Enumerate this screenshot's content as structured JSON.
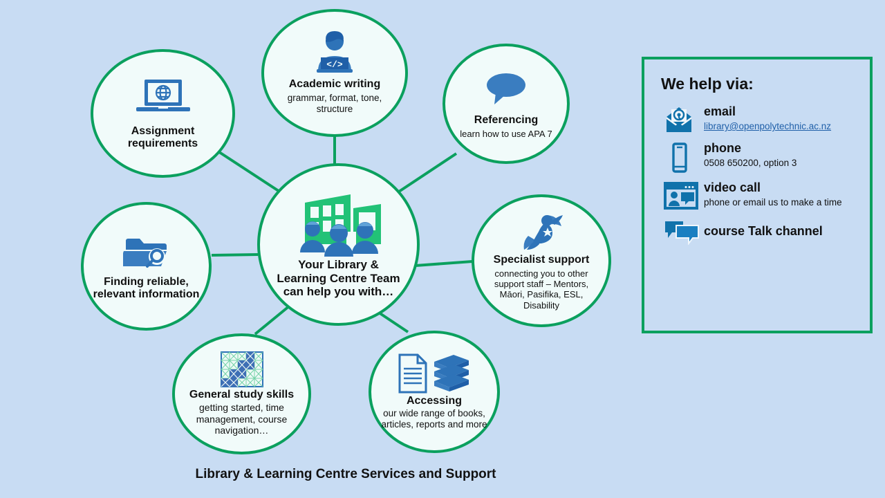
{
  "caption": "Library & Learning Centre Services and Support",
  "colors": {
    "background": "#c8dcf3",
    "circle_fill": "#f1fbfa",
    "circle_stroke": "#0ba05e",
    "icon_blue": "#3a7dc0",
    "panel_icon_blue": "#1072ab",
    "building_green": "#22c277",
    "text": "#111111",
    "link": "#1f5fa8"
  },
  "hub": {
    "icon": "library-team-icon",
    "title": "Your Library & Learning Centre Team can help you with…"
  },
  "nodes": [
    {
      "id": "assignment",
      "icon": "laptop-globe-icon",
      "title": "Assignment requirements",
      "sub": ""
    },
    {
      "id": "academic",
      "icon": "person-laptop-code-icon",
      "title": "Academic writing",
      "sub": "grammar, format, tone, structure"
    },
    {
      "id": "referencing",
      "icon": "speech-bubble-icon",
      "title": "Referencing",
      "sub": "learn how to use APA 7"
    },
    {
      "id": "finding",
      "icon": "folder-search-icon",
      "title": "Finding reliable, relevant information",
      "sub": ""
    },
    {
      "id": "specialist",
      "icon": "superhero-icon",
      "title": "Specialist support",
      "sub": "connecting you to other support staff – Mentors, Māori, Pasifika, ESL, Disability"
    },
    {
      "id": "studyskills",
      "icon": "grid-plan-icon",
      "title": "General study skills",
      "sub": "getting started, time management, course navigation…"
    },
    {
      "id": "accessing",
      "icon": "document-books-icon",
      "title": "Accessing",
      "sub": "our wide range of books, articles, reports and more"
    }
  ],
  "help_panel": {
    "title": "We help via:",
    "items": [
      {
        "icon": "email-envelope-icon",
        "label": "email",
        "value": "library@openpolytechnic.ac.nz",
        "is_link": true
      },
      {
        "icon": "mobile-phone-icon",
        "label": "phone",
        "value": "0508 650200, option 3",
        "is_link": false
      },
      {
        "icon": "video-call-icon",
        "label": "video call",
        "value": "phone or email us to make a time",
        "is_link": false
      },
      {
        "icon": "chat-bubbles-icon",
        "label": "course Talk channel",
        "value": "",
        "is_link": false
      }
    ]
  }
}
